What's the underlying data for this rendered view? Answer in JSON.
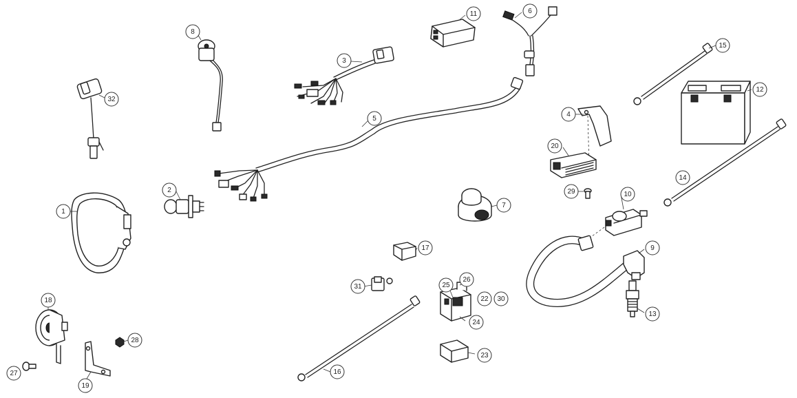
{
  "callouts": [
    {
      "key": "c1",
      "label": "1"
    },
    {
      "key": "c2",
      "label": "2"
    },
    {
      "key": "c3",
      "label": "3"
    },
    {
      "key": "c4",
      "label": "4"
    },
    {
      "key": "c5",
      "label": "5"
    },
    {
      "key": "c6",
      "label": "6"
    },
    {
      "key": "c7",
      "label": "7"
    },
    {
      "key": "c8",
      "label": "8"
    },
    {
      "key": "c9",
      "label": "9"
    },
    {
      "key": "c10",
      "label": "10"
    },
    {
      "key": "c11",
      "label": "11"
    },
    {
      "key": "c12",
      "label": "12"
    },
    {
      "key": "c13",
      "label": "13"
    },
    {
      "key": "c14",
      "label": "14"
    },
    {
      "key": "c15",
      "label": "15"
    },
    {
      "key": "c16",
      "label": "16"
    },
    {
      "key": "c17",
      "label": "17"
    },
    {
      "key": "c18",
      "label": "18"
    },
    {
      "key": "c19",
      "label": "19"
    },
    {
      "key": "c20",
      "label": "20"
    },
    {
      "key": "c22",
      "label": "22"
    },
    {
      "key": "c23",
      "label": "23"
    },
    {
      "key": "c24",
      "label": "24"
    },
    {
      "key": "c25",
      "label": "25"
    },
    {
      "key": "c26",
      "label": "26"
    },
    {
      "key": "c27",
      "label": "27"
    },
    {
      "key": "c28",
      "label": "28"
    },
    {
      "key": "c29",
      "label": "29"
    },
    {
      "key": "c30",
      "label": "30"
    },
    {
      "key": "c31",
      "label": "31"
    },
    {
      "key": "c32",
      "label": "32"
    }
  ],
  "parts": [
    {
      "key": "headlight",
      "name": "headlight-housing-icon"
    },
    {
      "key": "bulb",
      "name": "headlight-bulb-icon"
    },
    {
      "key": "sub-harness",
      "name": "sub-harness-icon"
    },
    {
      "key": "bracket",
      "name": "bracket-icon"
    },
    {
      "key": "main-harness",
      "name": "main-wiring-harness-icon"
    },
    {
      "key": "y-harness",
      "name": "y-harness-icon"
    },
    {
      "key": "starter-relay",
      "name": "starter-relay-icon"
    },
    {
      "key": "kill-switch",
      "name": "kill-switch-icon"
    },
    {
      "key": "spark-plug-lead",
      "name": "ignition-lead-icon"
    },
    {
      "key": "ignition-coil",
      "name": "ignition-coil-icon"
    },
    {
      "key": "cdi-unit",
      "name": "cdi-unit-icon"
    },
    {
      "key": "battery",
      "name": "battery-icon"
    },
    {
      "key": "spark-plug",
      "name": "spark-plug-icon"
    },
    {
      "key": "cable-long",
      "name": "battery-cable-icon"
    },
    {
      "key": "cable-short",
      "name": "ground-cable-icon"
    },
    {
      "key": "cable-lower",
      "name": "starter-cable-icon"
    },
    {
      "key": "fuse-holder",
      "name": "fuse-holder-icon"
    },
    {
      "key": "horn",
      "name": "horn-icon"
    },
    {
      "key": "horn-bracket",
      "name": "horn-bracket-icon"
    },
    {
      "key": "regulator",
      "name": "regulator-rectifier-icon"
    },
    {
      "key": "relay",
      "name": "relay-icon"
    },
    {
      "key": "relay-cover",
      "name": "relay-cover-icon"
    },
    {
      "key": "bolt",
      "name": "bolt-icon"
    },
    {
      "key": "nut",
      "name": "nut-icon"
    },
    {
      "key": "screw",
      "name": "screw-icon"
    },
    {
      "key": "clip",
      "name": "clip-icon"
    },
    {
      "key": "handlebar-switch",
      "name": "handlebar-switch-icon"
    }
  ]
}
